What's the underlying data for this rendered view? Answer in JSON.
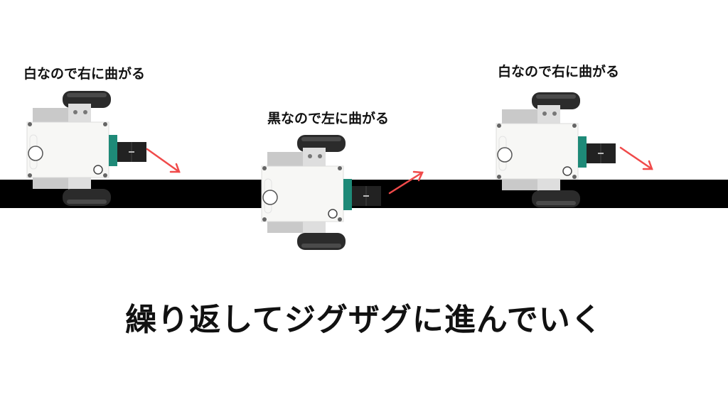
{
  "labels": {
    "robot1": "白なので右に曲がる",
    "robot2": "黒なので左に曲がる",
    "robot3": "白なので右に曲がる"
  },
  "caption": "繰り返してジグザグに進んでいく",
  "colors": {
    "line": "#000000",
    "arrow": "#f04a4a",
    "sensor_plate": "#1e8a78",
    "wheel": "#2b2b2b"
  }
}
